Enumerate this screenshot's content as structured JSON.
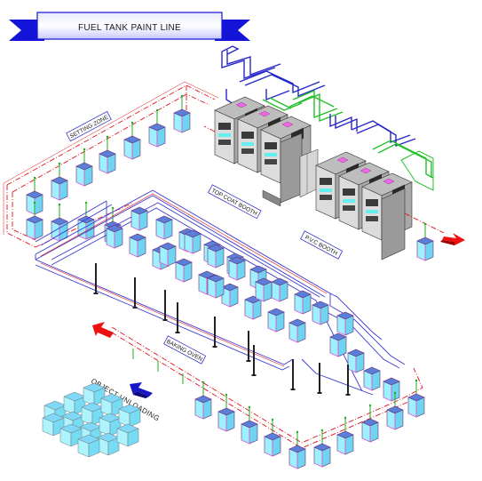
{
  "title": "FUEL TANK PAINT LINE",
  "labels": {
    "setting_zone": "SETTING ZONE",
    "top_coat_booth": "TOP COAT BOOTH",
    "pvc_booth": "P.V.C BOOTH",
    "baking_oven": "BAKING OVEN",
    "object_unloading": "OBJECT UNLOADING"
  },
  "colors": {
    "banner_blue": "#1414d8",
    "conveyor_red": "#e0141e",
    "oven_blue": "#3a3ad0",
    "duct_blue": "#2828c8",
    "duct_green": "#22c02a",
    "tank_fill": "#8ee8ff",
    "tank_pink": "#e86ae0",
    "booth_gray": "#c8c8c8",
    "arrow_red": "#ee1010",
    "arrow_blue": "#1818c8"
  }
}
